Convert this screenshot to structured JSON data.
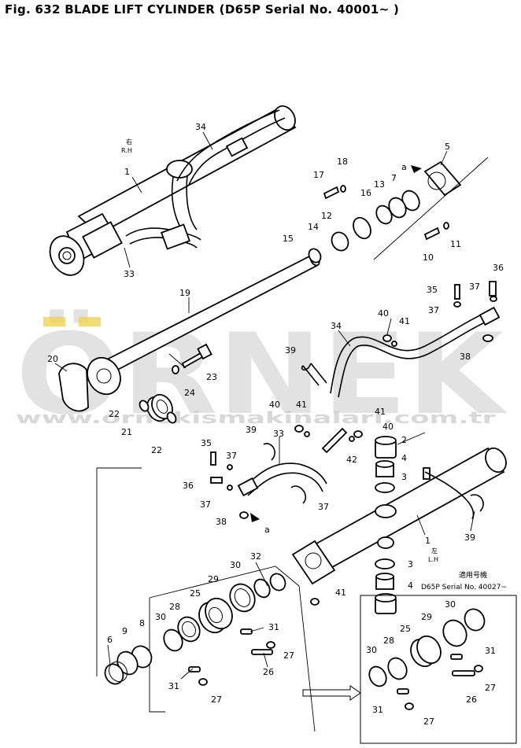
{
  "figure": {
    "title": "Fig. 632   BLADE LIFT CYLINDER (D65P Serial No. 40001~ )"
  },
  "watermark": {
    "logo_text": "ÖRNEK",
    "url_text": "www.ornekismakinalari.com.tr"
  },
  "side_labels": {
    "rh_mark": "右",
    "rh": "R.H",
    "lh_mark": "左",
    "lh": "L.H"
  },
  "inset_note": {
    "jp": "適用号機",
    "serial": "D65P Serial No. 40027~"
  },
  "ref_marks": {
    "a_top": "a",
    "a_bottom": "a"
  },
  "callouts": [
    "1",
    "34",
    "33",
    "5",
    "17",
    "18",
    "13",
    "16",
    "7",
    "12",
    "14",
    "15",
    "10",
    "11",
    "19",
    "20",
    "24",
    "23",
    "22",
    "21",
    "22",
    "36",
    "35",
    "37",
    "37",
    "38",
    "40",
    "41",
    "34",
    "39",
    "40",
    "41",
    "41",
    "40",
    "2",
    "4",
    "3",
    "42",
    "39",
    "33",
    "35",
    "37",
    "36",
    "37",
    "38",
    "37",
    "1",
    "39",
    "3",
    "4",
    "32",
    "30",
    "29",
    "25",
    "28",
    "30",
    "9",
    "8",
    "6",
    "31",
    "27",
    "26",
    "31",
    "27",
    "30",
    "29",
    "25",
    "28",
    "30",
    "31",
    "26",
    "27",
    "31",
    "27",
    "41"
  ],
  "colors": {
    "line": "#000000",
    "watermark": "#d9d9d9",
    "background": "#ffffff"
  }
}
